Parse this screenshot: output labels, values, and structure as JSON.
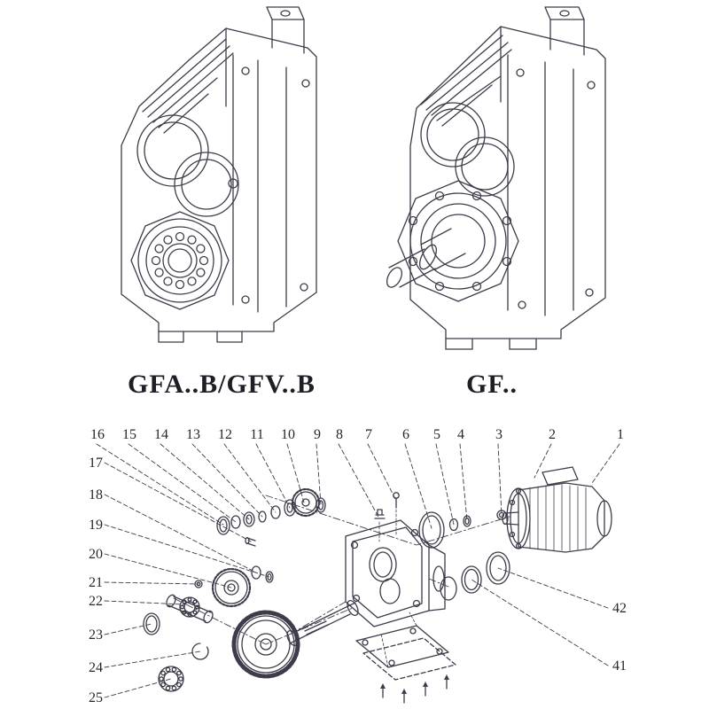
{
  "figures": {
    "left": {
      "label": "GFA..B/GFV..B"
    },
    "right": {
      "label": "GF.."
    }
  },
  "exploded_view": {
    "callouts_top": [
      "16",
      "15",
      "14",
      "13",
      "12",
      "11",
      "10",
      "9",
      "8",
      "7",
      "6",
      "5",
      "4",
      "3",
      "2",
      "1"
    ],
    "callouts_left": [
      "17",
      "18",
      "19",
      "20",
      "21",
      "22",
      "23",
      "24",
      "25"
    ],
    "callouts_right": [
      "42",
      "41"
    ]
  },
  "colors": {
    "line": "#3c3c4a",
    "text": "#26262e",
    "background": "#ffffff"
  }
}
